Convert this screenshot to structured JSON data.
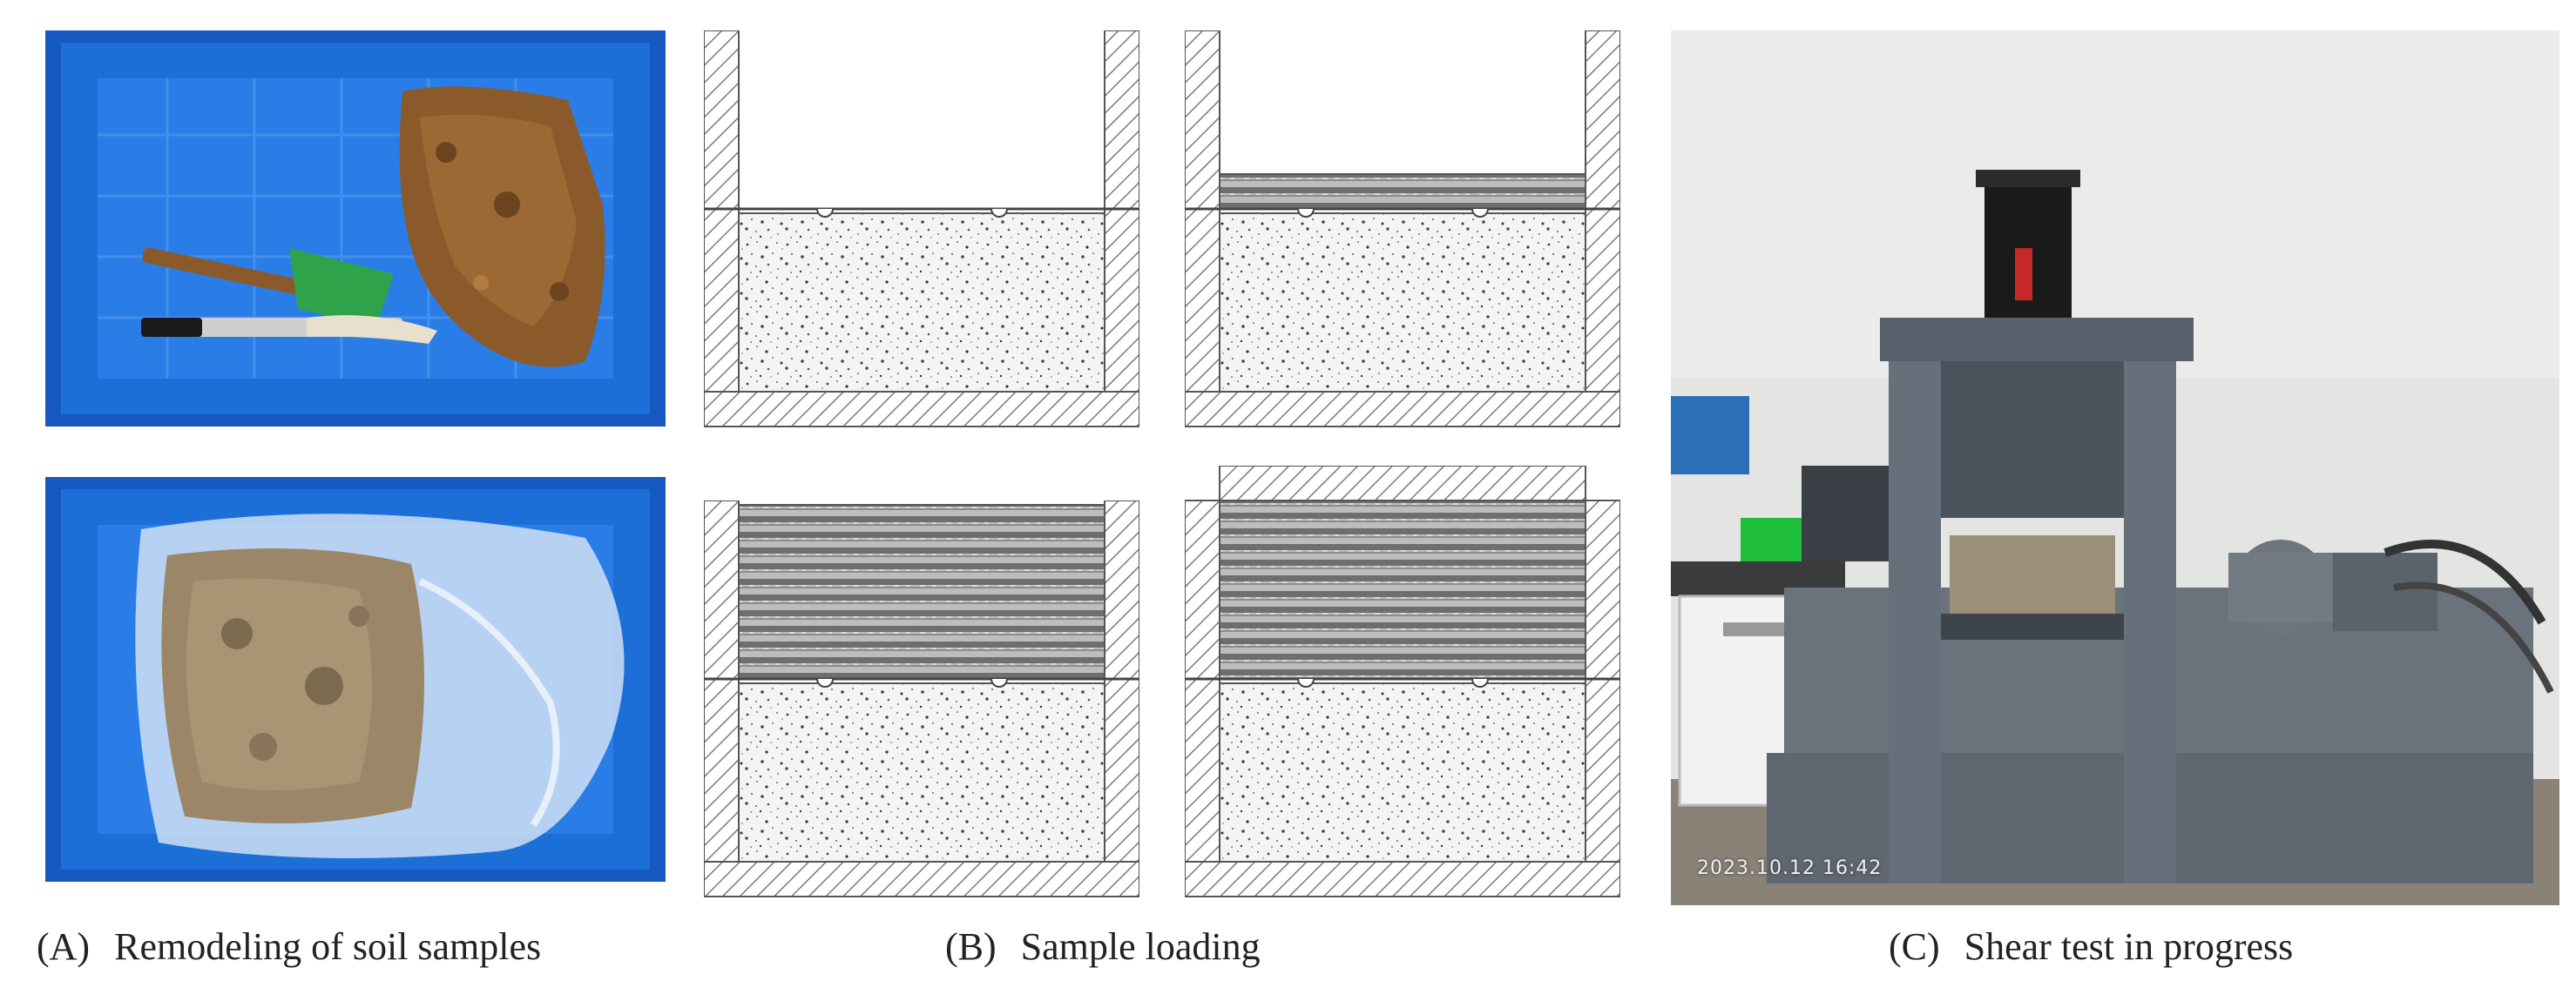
{
  "figure": {
    "panels": [
      {
        "id": "A",
        "tag": "(A)",
        "caption": "Remodeling of soil samples"
      },
      {
        "id": "B",
        "tag": "(B)",
        "caption": "Sample loading"
      },
      {
        "id": "C",
        "tag": "(C)",
        "caption": "Shear test in progress"
      }
    ],
    "photo_timestamp": "2023.10.12 16:42",
    "colors": {
      "tray_blue": "#1d6fd8",
      "soil_brown": "#8a5a2b",
      "wall_hatch": "#7a7a7a",
      "machine_gray": "#5f6771",
      "wall_background": "#e4e4e2"
    }
  }
}
